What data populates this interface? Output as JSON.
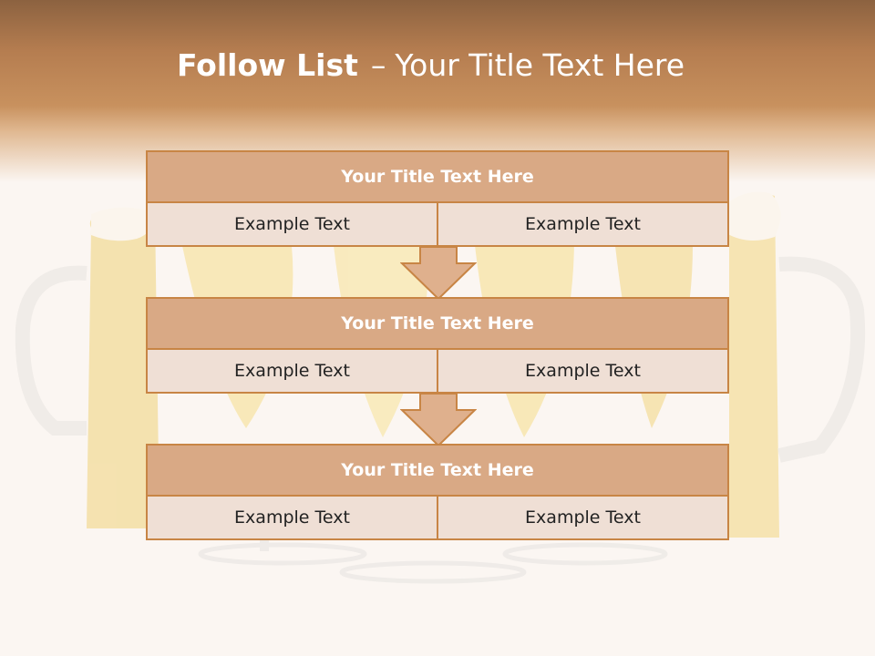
{
  "slide": {
    "title_bold": "Follow List",
    "title_separator": "–",
    "title_rest": "Your Title Text Here"
  },
  "blocks": [
    {
      "title": "Your Title Text Here",
      "left_text": "Example Text",
      "right_text": "Example Text"
    },
    {
      "title": "Your Title Text Here",
      "left_text": "Example Text",
      "right_text": "Example Text"
    },
    {
      "title": "Your Title Text Here",
      "left_text": "Example Text",
      "right_text": "Example Text"
    }
  ],
  "colors": {
    "header_band": "#c8915e",
    "block_title_fill": "#d9a985",
    "block_cell_fill": "#efdfd5",
    "border": "#c88545",
    "arrow_fill": "#dfb08d"
  },
  "icons": {
    "down_arrow": "down-arrow-icon",
    "background_picture": "beer-glasses-photo"
  }
}
